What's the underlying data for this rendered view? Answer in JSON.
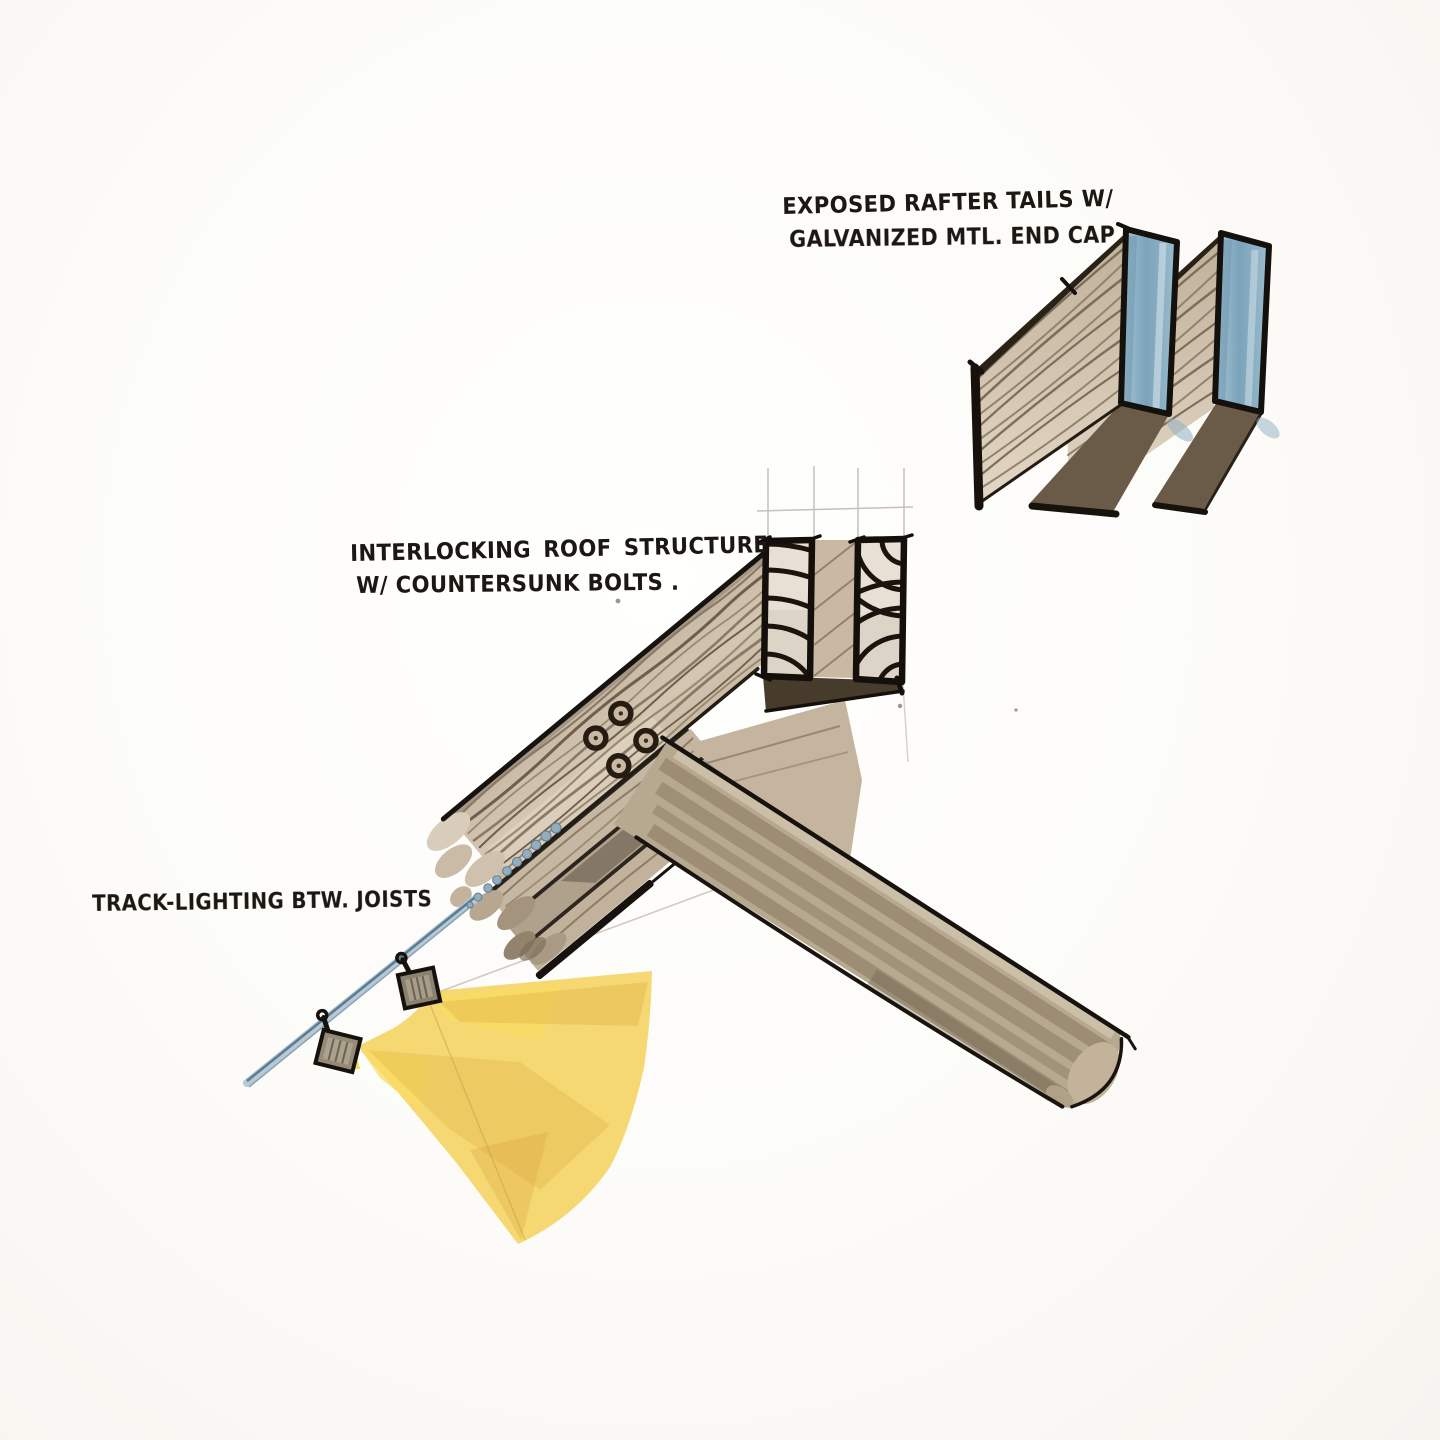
{
  "page": {
    "background": "#fcfbf9",
    "description": "Hand-drawn architectural detail sketch in ink and watercolor"
  },
  "annotations": {
    "rafter_tails": {
      "line1": "EXPOSED RAFTER TAILS W/",
      "line2": "GALVANIZED MTL. END CAP"
    },
    "roof_structure": {
      "line1": "INTERLOCKING ROOF STRUCTURE",
      "line2": "W/ COUNTERSUNK BOLTS ."
    },
    "track_lighting": {
      "line1": "TRACK-LIGHTING BTW. JOISTS"
    }
  },
  "palette": {
    "ink": "#1c1712",
    "pencil": "#bdb6aa",
    "wood_light": "#cdbfab",
    "wood_mid": "#b0a18c",
    "wood_deep": "#6e5f4d",
    "wood_grain": "#8a7964",
    "metal_blue": "#8fb2c6",
    "track_blue": "#7d9cb5",
    "light_yellow": "#f4cf55",
    "bolt_dark": "#2a2014"
  },
  "features": {
    "countersunk_bolt_count": 4,
    "joist_end_count": 2,
    "rafter_tail_count": 2,
    "metal_end_cap_count": 2,
    "track_fixture_count": 2
  }
}
